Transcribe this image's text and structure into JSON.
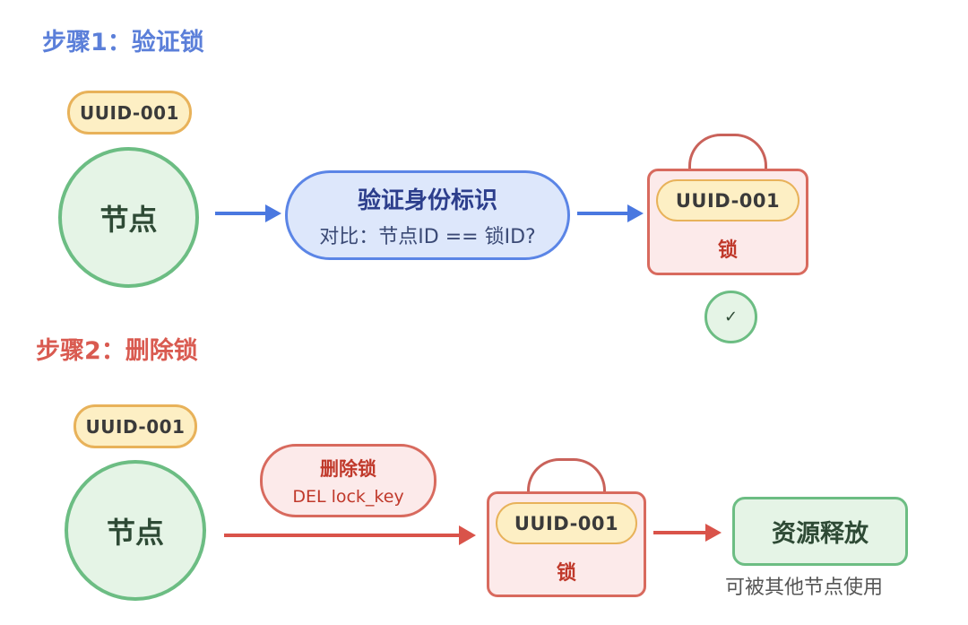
{
  "steps": {
    "step1_title": "步骤1：验证锁",
    "step2_title": "步骤2：删除锁"
  },
  "step1": {
    "node_id": "UUID-001",
    "node_label": "节点",
    "verify_title": "验证身份标识",
    "verify_sub": "对比：节点ID == 锁ID?",
    "lock_id": "UUID-001",
    "lock_label": "锁",
    "check": "✓"
  },
  "step2": {
    "node_id": "UUID-001",
    "node_label": "节点",
    "delete_title": "删除锁",
    "delete_cmd": "DEL lock_key",
    "lock_id": "UUID-001",
    "lock_label": "锁",
    "release_label": "资源释放",
    "release_note": "可被其他节点使用"
  },
  "colors": {
    "blue_arrow": "#4a78e0",
    "red_arrow": "#d9534a",
    "green": "#6cbd83",
    "gold": "#e8b25a"
  }
}
